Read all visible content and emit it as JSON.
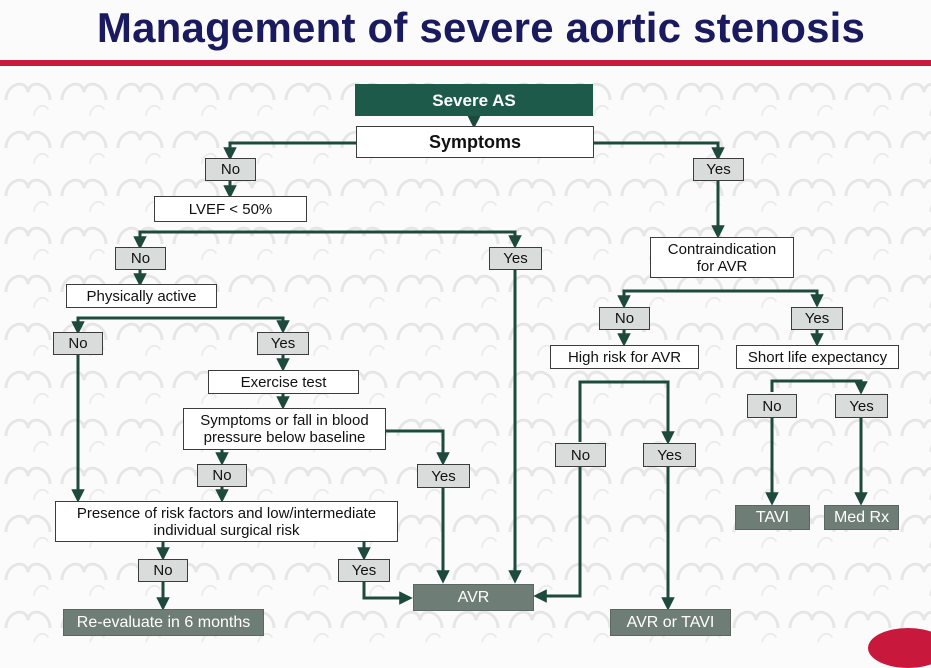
{
  "title": "Management of severe aortic stenosis",
  "nodes": {
    "severe_as": "Severe AS",
    "symptoms": "Symptoms",
    "sym_no": "No",
    "sym_yes": "Yes",
    "lvef": "LVEF < 50%",
    "lvef_no": "No",
    "lvef_yes": "Yes",
    "physically_active": "Physically active",
    "active_no": "No",
    "active_yes": "Yes",
    "exercise_test": "Exercise test",
    "symptoms_bp": "Symptoms or fall in blood pressure below baseline",
    "bp_no": "No",
    "bp_yes": "Yes",
    "risk_factors": "Presence of risk factors and low/intermediate individual surgical risk",
    "risk_no": "No",
    "risk_yes": "Yes",
    "reevaluate": "Re-evaluate in 6 months",
    "avr": "AVR",
    "contraindication": "Contraindication for AVR",
    "contra_no": "No",
    "contra_yes": "Yes",
    "high_risk": "High risk for AVR",
    "hr_no": "No",
    "hr_yes": "Yes",
    "avr_or_tavi": "AVR or TAVI",
    "short_life": "Short life expectancy",
    "sl_no": "No",
    "sl_yes": "Yes",
    "tavi": "TAVI",
    "med_rx": "Med Rx"
  },
  "colors": {
    "title": "#1a1a5e",
    "rule": "#c8193c",
    "arrow": "#1e4a3e",
    "start_box": "#1e5a4a",
    "outcome_box": "#6f7d77",
    "label_box": "#d8dcda"
  }
}
